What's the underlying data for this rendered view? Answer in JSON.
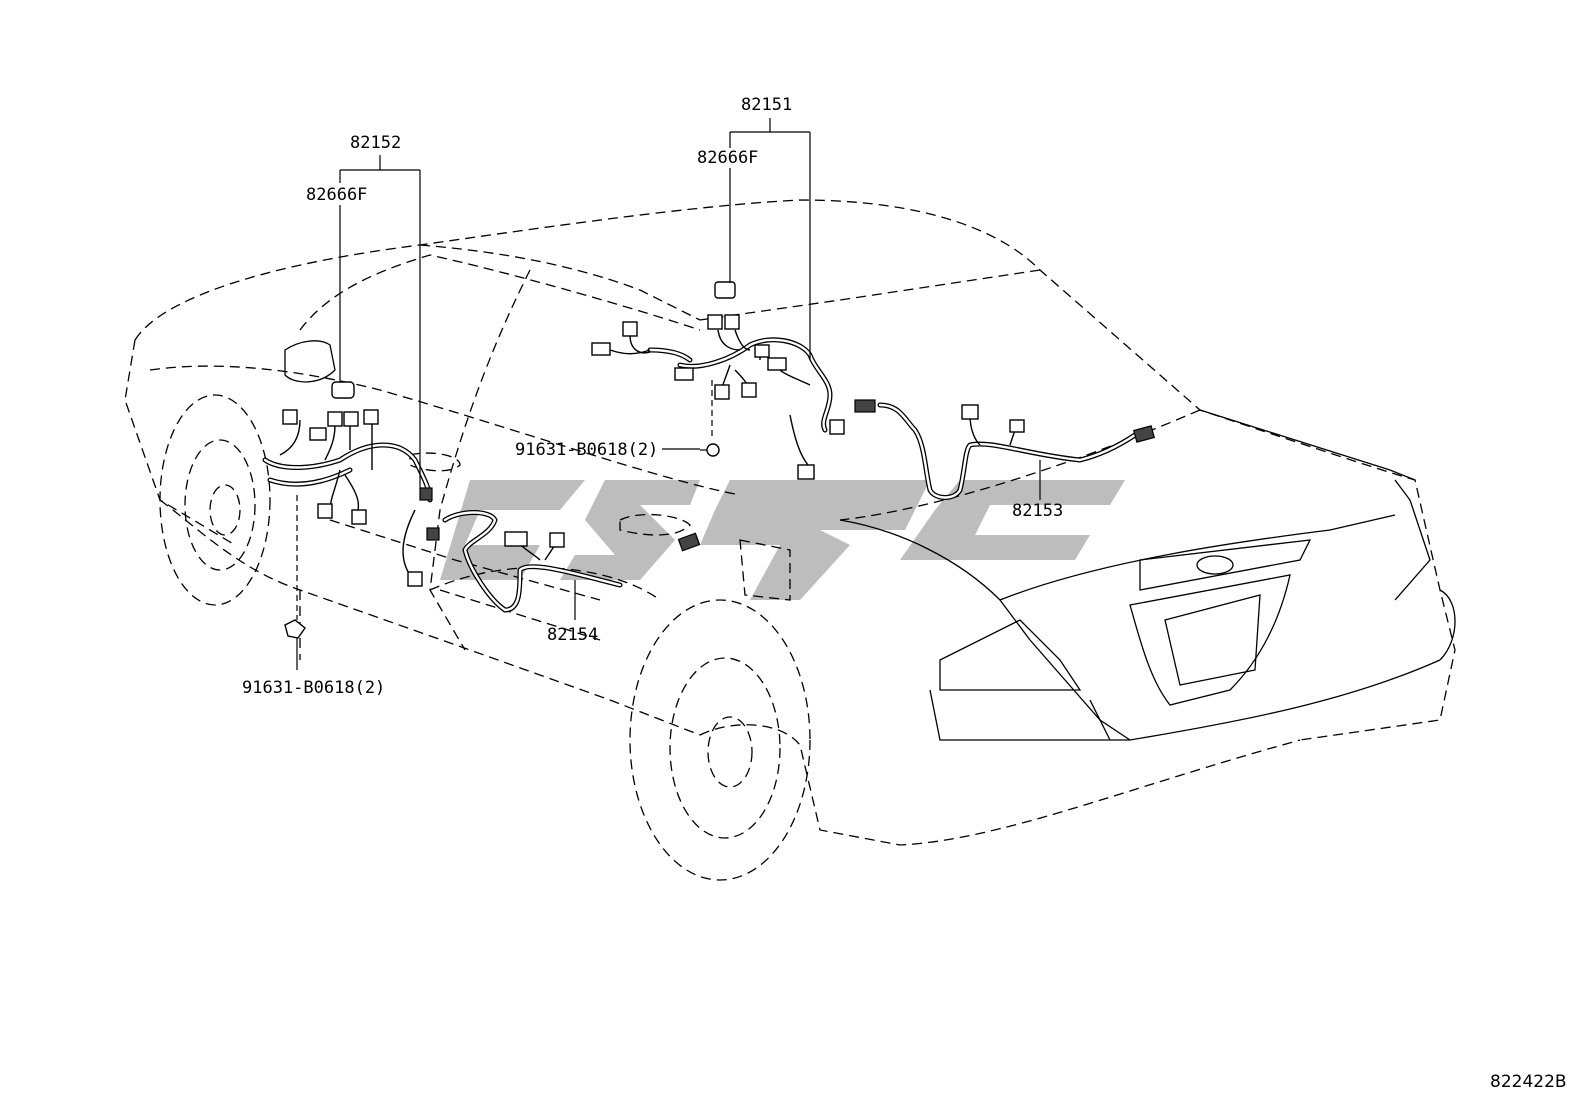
{
  "labels": {
    "p82151": "82151",
    "p82152": "82152",
    "p82153": "82153",
    "p82154": "82154",
    "p82666f_left": "82666F",
    "p82666f_right": "82666F",
    "bolt_upper": "91631-B0618(2)",
    "bolt_lower": "91631-B0618(2)"
  },
  "figure_ref": "822422B",
  "colors": {
    "line": "#000000",
    "watermark": "#bdbdbd",
    "background": "#ffffff"
  }
}
